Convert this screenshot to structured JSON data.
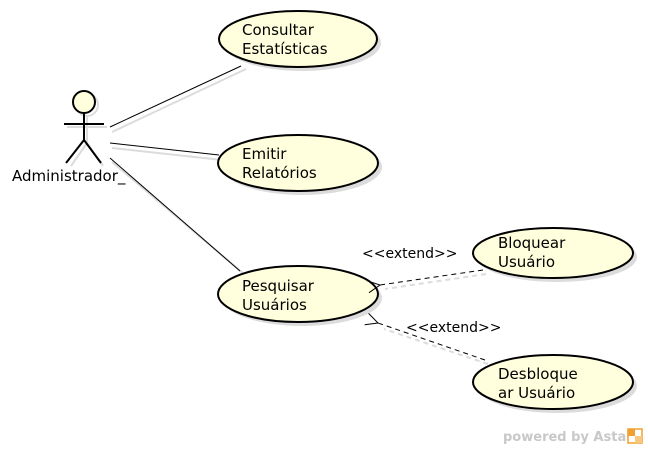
{
  "colors": {
    "usecase_fill": "#ffffdd",
    "stroke": "#000000",
    "shadow": "#dcdcdc",
    "footer_text": "#c8c8c8",
    "astah_orange": "#f0a030"
  },
  "actor": {
    "name": "Administrador_"
  },
  "use_cases": {
    "consultar": {
      "line1": "Consultar",
      "line2": "Estatísticas"
    },
    "emitir": {
      "line1": "Emitir",
      "line2": "Relatórios"
    },
    "pesquisar": {
      "line1": "Pesquisar",
      "line2": "Usuários"
    },
    "bloquear": {
      "line1": "Bloquear",
      "line2": "Usuário"
    },
    "desbloquear": {
      "line1": "Desbloque",
      "line2": "ar Usuário"
    }
  },
  "relations": {
    "extend_bloquear": "<<extend>>",
    "extend_desbloquear": "<<extend>>"
  },
  "footer": {
    "watermark": "powered by Astah"
  }
}
